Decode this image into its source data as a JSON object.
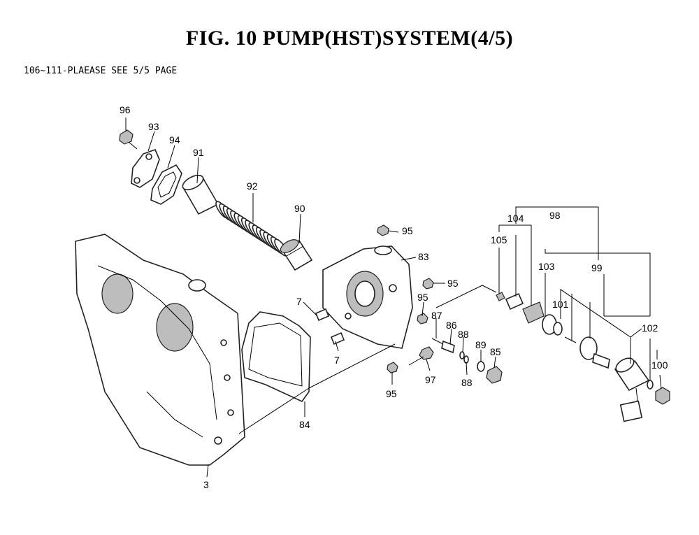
{
  "title": "FIG. 10  PUMP(HST)SYSTEM(4/5)",
  "note": "106~111-PLAEASE SEE 5/5 PAGE",
  "callouts": [
    "96",
    "93",
    "94",
    "91",
    "92",
    "90",
    "95",
    "83",
    "95",
    "95",
    "7",
    "7",
    "87",
    "86",
    "88",
    "88",
    "89",
    "85",
    "95",
    "97",
    "84",
    "3",
    "98",
    "104",
    "105",
    "103",
    "99",
    "101",
    "102",
    "100"
  ]
}
